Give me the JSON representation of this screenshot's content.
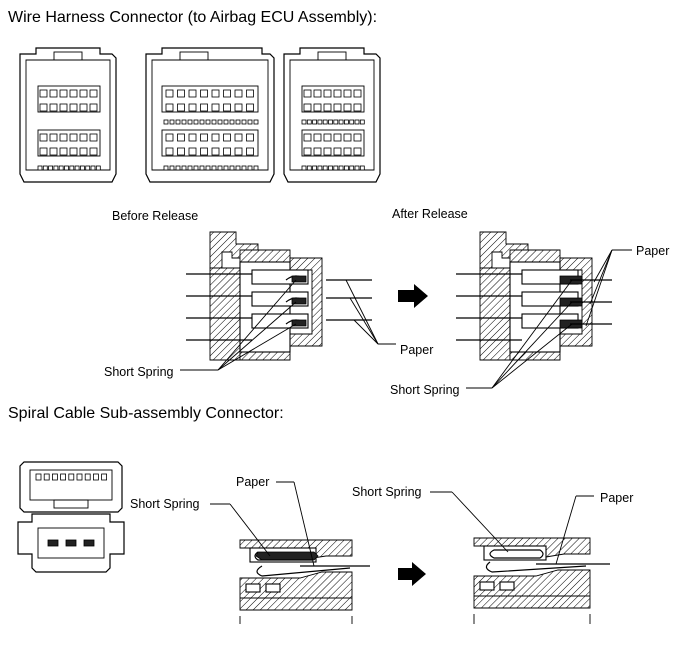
{
  "section1": {
    "title": "Wire Harness Connector (to Airbag ECU Assembly):"
  },
  "release_diagram": {
    "before_label": "Before Release",
    "after_label": "After Release",
    "paper_label": "Paper",
    "short_spring_label": "Short Spring"
  },
  "section2": {
    "title": "Spiral Cable Sub-assembly Connector:",
    "paper_label": "Paper",
    "short_spring_label": "Short Spring"
  }
}
